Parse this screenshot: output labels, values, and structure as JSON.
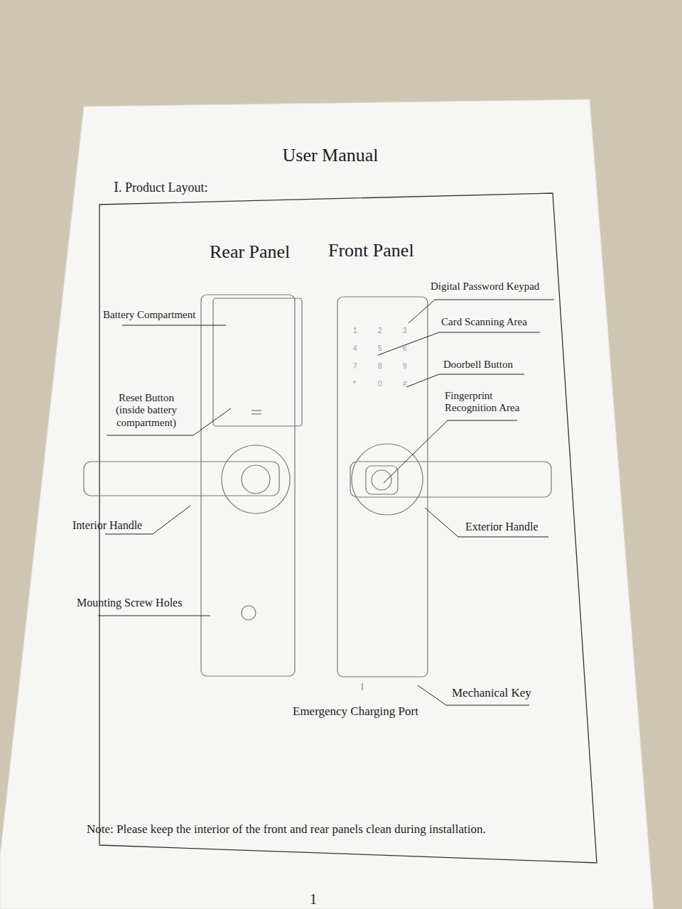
{
  "diagram": {
    "title": "User Manual",
    "labels": [
      "Ⅰ. Product Layout:",
      "Rear Panel",
      "Front Panel",
      "Digital Password Keypad",
      "Battery Compartment",
      "Card Scanning Area",
      "Doorbell Button",
      "Reset Button (inside battery compartment)",
      "Fingerprint Recognition Area",
      "Interior Handle",
      "Exterior Handle",
      "Mounting Screw Holes",
      "Mechanical Key",
      "Emergency Charging Port",
      "Note: Please keep the interior of the front and rear panels clean during installation.",
      "1",
      "1",
      "2",
      "3",
      "4",
      "5",
      "6",
      "7",
      "8",
      "9",
      "*",
      "0",
      "#"
    ]
  }
}
